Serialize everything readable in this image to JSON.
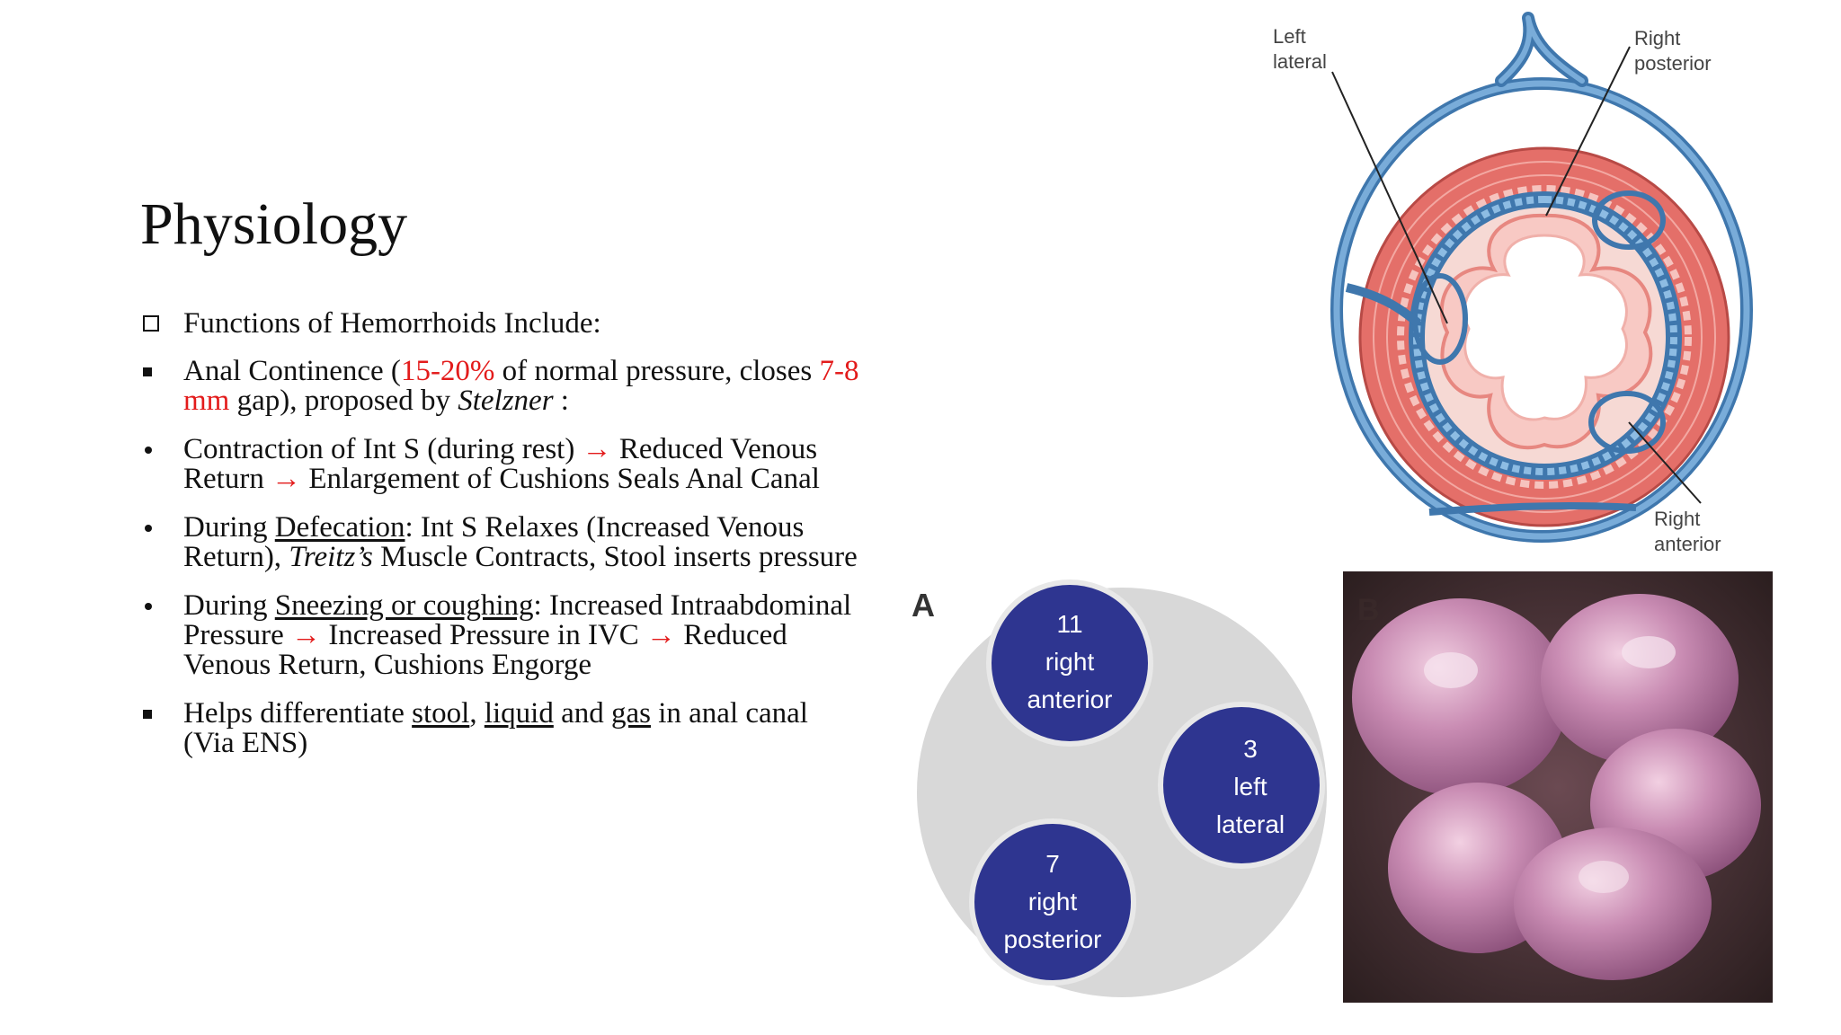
{
  "slide": {
    "title": "Physiology",
    "bullets": {
      "heading": "Functions of Hemorrhoids Include:",
      "continence": {
        "t1": "Anal Continence (",
        "r1": "15-20%",
        "t2": " of normal pressure, closes ",
        "r2": "7-8 mm",
        "t3": " gap), proposed by ",
        "author": "Stelzner",
        "t4": " :"
      },
      "contraction": {
        "t1": "Contraction of Int S (during rest) ",
        "arrow1": "→",
        "t2": " Reduced Venous Return ",
        "arrow2": "→",
        "t3": " Enlargement of Cushions Seals Anal Canal"
      },
      "defecation": {
        "t1": "During ",
        "u1": "Defecation",
        "t2": ": Int S Relaxes (Increased Venous Return), ",
        "i1": "Treitz’s",
        "t3": " Muscle Contracts, Stool inserts pressure"
      },
      "sneezing": {
        "t1": "During ",
        "u1": "Sneezing or coughing",
        "t2": ": Increased Intraabdominal Pressure ",
        "arrow1": "→",
        "t3": " Increased Pressure in IVC ",
        "arrow2": "→",
        "t4": " Reduced Venous Return, Cushions Engorge"
      },
      "differentiate": {
        "t1": "Helps differentiate ",
        "u1": "stool",
        "t2": ", ",
        "u2": "liquid",
        "t3": " and ",
        "u3": "gas",
        "t4": " in anal canal (Via ENS)"
      }
    },
    "anatomy_figure": {
      "left_lateral": [
        "Left",
        "lateral"
      ],
      "right_posterior": [
        "Right",
        "posterior"
      ],
      "right_anterior": [
        "Right",
        "anterior"
      ]
    },
    "figure_a": {
      "panel_label": "A",
      "positions": [
        {
          "num": "11",
          "line1": "right",
          "line2": "anterior"
        },
        {
          "num": "3",
          "line1": "left",
          "line2": "lateral"
        },
        {
          "num": "7",
          "line1": "right",
          "line2": "posterior"
        }
      ]
    },
    "figure_b": {
      "panel_label": "B"
    },
    "colors": {
      "red_text": "#e31b1b",
      "circle_blue": "#2e3590",
      "disc_gray": "#d9d9d9",
      "vein_blue": "#5b93c9",
      "muscle_red": "#e56e68"
    }
  }
}
